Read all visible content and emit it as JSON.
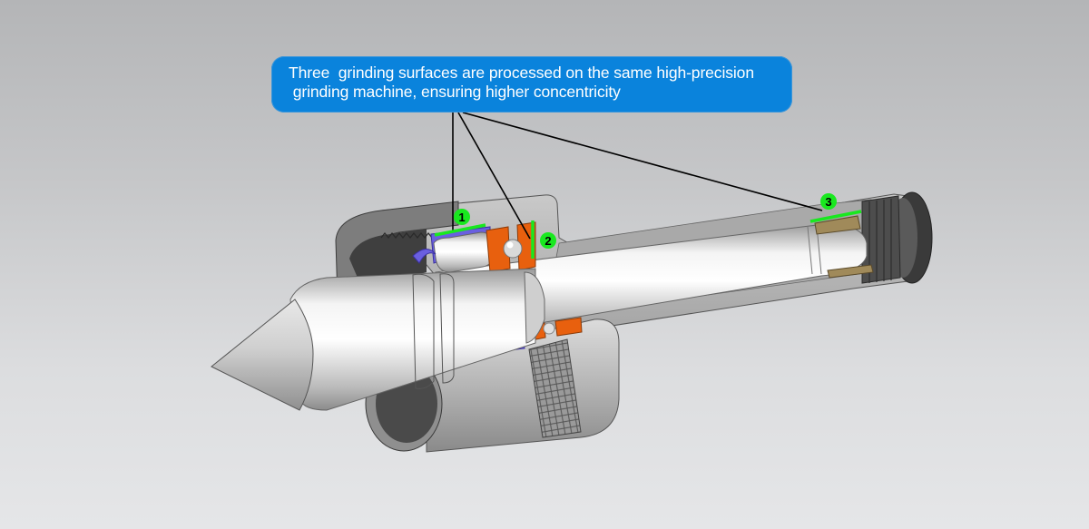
{
  "callout": {
    "line1": "Three  grinding surfaces are processed on the same high-precision",
    "line2": " grinding machine, ensuring higher concentricity"
  },
  "markers": [
    {
      "id": "1",
      "label": "1"
    },
    {
      "id": "2",
      "label": "2"
    },
    {
      "id": "3",
      "label": "3"
    }
  ],
  "colors": {
    "callout_bg": "#0a83dc",
    "marker_green": "#19e81f",
    "bearing_orange": "#e8600e",
    "retainer_blue": "#6a5fe0",
    "metal_light": "#e6e6e6",
    "metal_dark": "#4a4a4a"
  },
  "subject": "lathe live center (cutaway)"
}
